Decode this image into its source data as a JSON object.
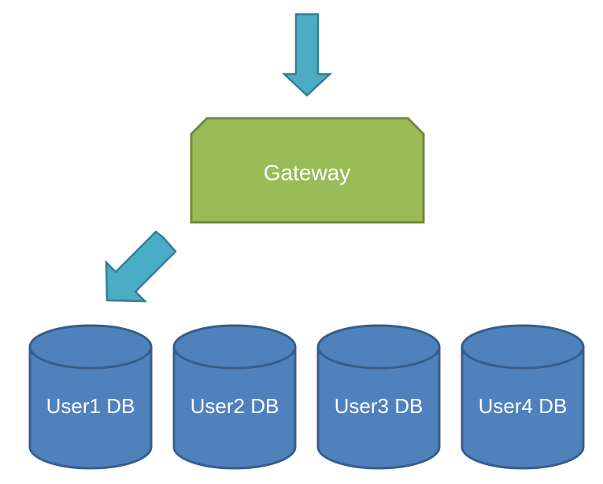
{
  "gateway": {
    "label": "Gateway",
    "fill": "#9BBB59",
    "stroke": "#71893F"
  },
  "arrows": {
    "fill": "#4BACC6",
    "stroke": "#357D91",
    "items": [
      {
        "name": "incoming-arrow",
        "direction": "down"
      },
      {
        "name": "route-arrow",
        "direction": "down-left",
        "target": "User1 DB"
      }
    ]
  },
  "databases": {
    "fill": "#4F81BD",
    "stroke": "#385D8A",
    "items": [
      {
        "label": "User1 DB"
      },
      {
        "label": "User2 DB"
      },
      {
        "label": "User3 DB"
      },
      {
        "label": "User4 DB"
      }
    ]
  }
}
